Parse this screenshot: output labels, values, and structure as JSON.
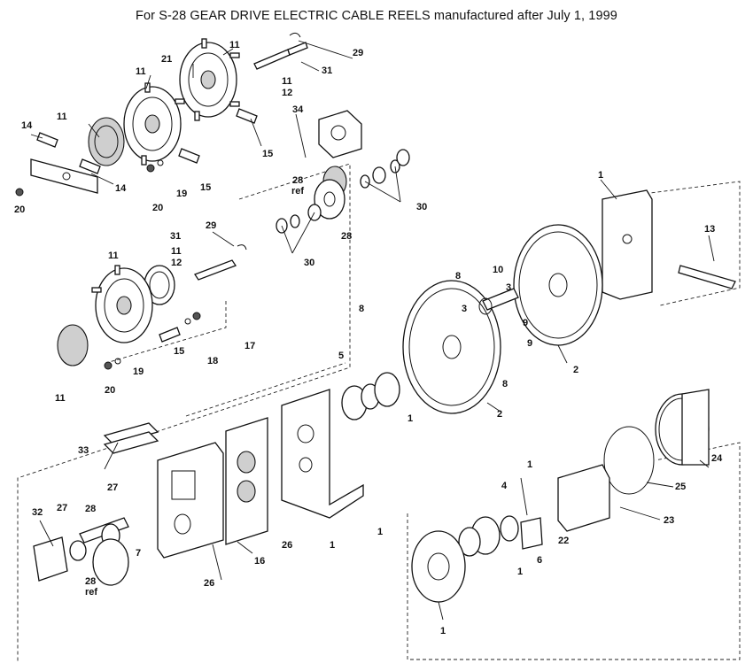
{
  "title": "For S-28 GEAR DRIVE ELECTRIC CABLE REELS manufactured after July 1, 1999",
  "callouts": [
    {
      "id": "c01",
      "text": "11"
    },
    {
      "id": "c02",
      "text": "29"
    },
    {
      "id": "c03",
      "text": "21"
    },
    {
      "id": "c04",
      "text": "31"
    },
    {
      "id": "c05",
      "text": "11"
    },
    {
      "id": "c06",
      "text": "11"
    },
    {
      "id": "c07",
      "text": "12"
    },
    {
      "id": "c08",
      "text": "14"
    },
    {
      "id": "c09",
      "text": "11"
    },
    {
      "id": "c10",
      "text": "34"
    },
    {
      "id": "c11",
      "text": "15"
    },
    {
      "id": "c12",
      "text": "14"
    },
    {
      "id": "c13",
      "text": "20"
    },
    {
      "id": "c14",
      "text": "20"
    },
    {
      "id": "c15",
      "text": "19"
    },
    {
      "id": "c16",
      "text": "15"
    },
    {
      "id": "c17",
      "text": "28"
    },
    {
      "id": "c18",
      "text": "ref"
    },
    {
      "id": "c19",
      "text": "28"
    },
    {
      "id": "c20",
      "text": "30"
    },
    {
      "id": "c21",
      "text": "1"
    },
    {
      "id": "c22",
      "text": "29"
    },
    {
      "id": "c23",
      "text": "31"
    },
    {
      "id": "c24",
      "text": "30"
    },
    {
      "id": "c25",
      "text": "11"
    },
    {
      "id": "c26",
      "text": "12"
    },
    {
      "id": "c27",
      "text": "11"
    },
    {
      "id": "c28",
      "text": "13"
    },
    {
      "id": "c29",
      "text": "8"
    },
    {
      "id": "c30",
      "text": "10"
    },
    {
      "id": "c31",
      "text": "3"
    },
    {
      "id": "c32",
      "text": "3"
    },
    {
      "id": "c33",
      "text": "9"
    },
    {
      "id": "c34",
      "text": "8"
    },
    {
      "id": "c35",
      "text": "15"
    },
    {
      "id": "c36",
      "text": "17"
    },
    {
      "id": "c37",
      "text": "18"
    },
    {
      "id": "c38",
      "text": "19"
    },
    {
      "id": "c39",
      "text": "20"
    },
    {
      "id": "c40",
      "text": "11"
    },
    {
      "id": "c41",
      "text": "5"
    },
    {
      "id": "c42",
      "text": "9"
    },
    {
      "id": "c43",
      "text": "8"
    },
    {
      "id": "c44",
      "text": "2"
    },
    {
      "id": "c45",
      "text": "1"
    },
    {
      "id": "c46",
      "text": "2"
    },
    {
      "id": "c47",
      "text": "33"
    },
    {
      "id": "c48",
      "text": "24"
    },
    {
      "id": "c49",
      "text": "25"
    },
    {
      "id": "c50",
      "text": "27"
    },
    {
      "id": "c51",
      "text": "1"
    },
    {
      "id": "c52",
      "text": "4"
    },
    {
      "id": "c53",
      "text": "32"
    },
    {
      "id": "c54",
      "text": "27"
    },
    {
      "id": "c55",
      "text": "28"
    },
    {
      "id": "c56",
      "text": "23"
    },
    {
      "id": "c57",
      "text": "22"
    },
    {
      "id": "c58",
      "text": "6"
    },
    {
      "id": "c59",
      "text": "1"
    },
    {
      "id": "c60",
      "text": "7"
    },
    {
      "id": "c61",
      "text": "26"
    },
    {
      "id": "c62",
      "text": "1"
    },
    {
      "id": "c63",
      "text": "28"
    },
    {
      "id": "c64",
      "text": "ref"
    },
    {
      "id": "c65",
      "text": "16"
    },
    {
      "id": "c66",
      "text": "26"
    },
    {
      "id": "c67",
      "text": "1"
    },
    {
      "id": "c68",
      "text": "1"
    }
  ]
}
